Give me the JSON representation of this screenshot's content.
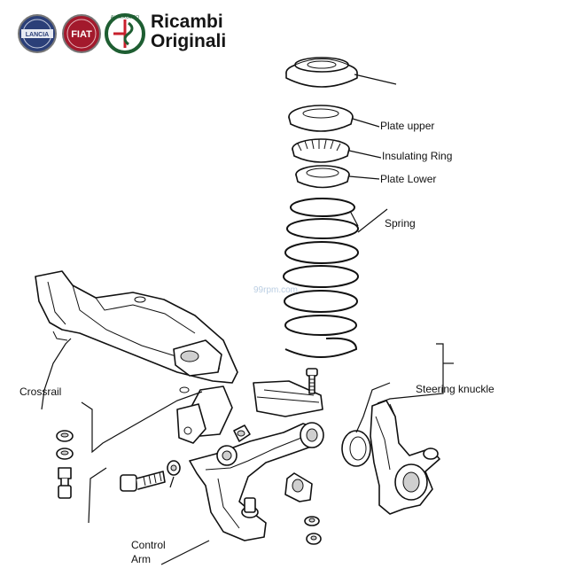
{
  "header": {
    "logos": [
      {
        "name": "lancia-logo",
        "text": "LANCIA",
        "color": "#2b3f78"
      },
      {
        "name": "fiat-logo",
        "text": "FIAT",
        "color": "#a3192c"
      },
      {
        "name": "alfa-romeo-logo",
        "text": "ALFA ROMEO",
        "color": "#1e5e32"
      }
    ],
    "title_line1": "Ricambi",
    "title_line2": "Originali"
  },
  "labels": {
    "plate_upper": "Plate upper",
    "insulating_ring": "Insulating Ring",
    "plate_lower": "Plate Lower",
    "spring": "Spring",
    "crossrail": "Crossrail",
    "steering_knuckle": "Steering knuckle",
    "control_arm_1": "Control",
    "control_arm_2": "Arm"
  },
  "watermark": "99rpm.com"
}
